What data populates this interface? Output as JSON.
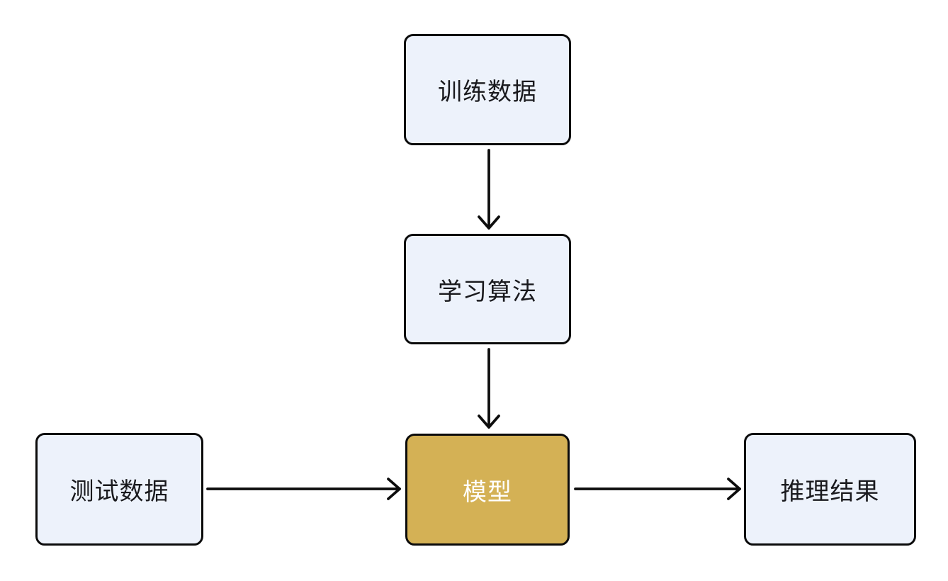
{
  "diagram": {
    "type": "flowchart",
    "title": "",
    "nodes": [
      {
        "id": "training-data",
        "label": "训练数据",
        "fill": "#edf2fb",
        "text_color": "#1a1a1e",
        "highlighted": false
      },
      {
        "id": "learning-algorithm",
        "label": "学习算法",
        "fill": "#edf2fb",
        "text_color": "#1a1a1e",
        "highlighted": false
      },
      {
        "id": "model",
        "label": "模型",
        "fill": "#d4b155",
        "text_color": "#ffffff",
        "highlighted": true
      },
      {
        "id": "test-data",
        "label": "测试数据",
        "fill": "#edf2fb",
        "text_color": "#1a1a1e",
        "highlighted": false
      },
      {
        "id": "inference-result",
        "label": "推理结果",
        "fill": "#edf2fb",
        "text_color": "#1a1a1e",
        "highlighted": false
      }
    ],
    "edges": [
      {
        "from": "training-data",
        "to": "learning-algorithm",
        "direction": "down"
      },
      {
        "from": "learning-algorithm",
        "to": "model",
        "direction": "down"
      },
      {
        "from": "test-data",
        "to": "model",
        "direction": "right"
      },
      {
        "from": "model",
        "to": "inference-result",
        "direction": "right"
      }
    ],
    "colors": {
      "background": "#ffffff",
      "node_fill": "#edf2fb",
      "highlight_fill": "#d4b155",
      "border": "#0b0b0b",
      "arrow": "#0d0d0d",
      "text": "#1a1a1e",
      "highlight_text": "#ffffff"
    }
  }
}
